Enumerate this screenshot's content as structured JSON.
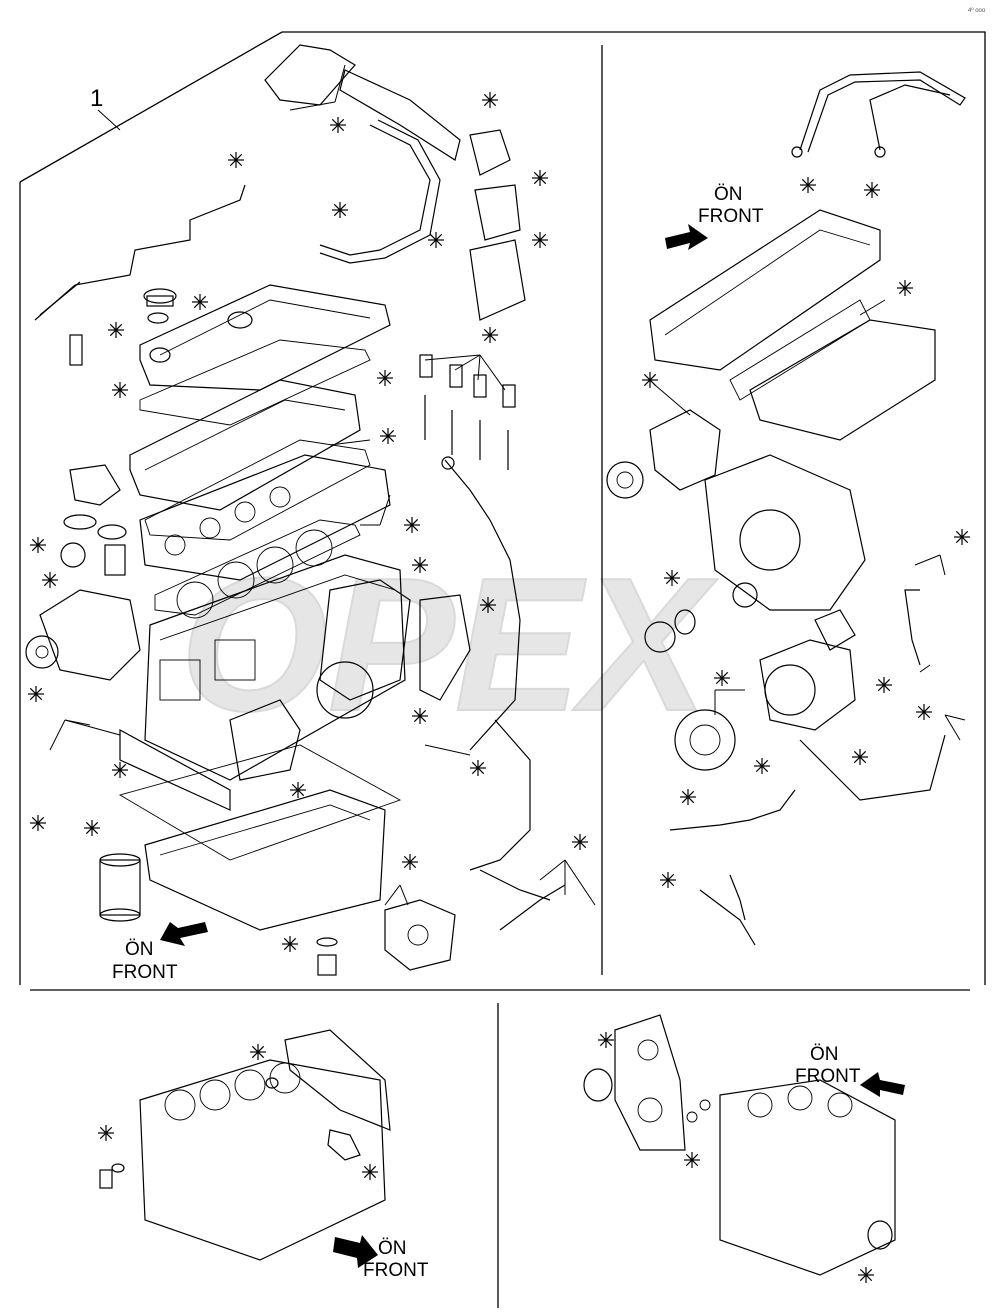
{
  "callout": {
    "main_assembly_number": "1"
  },
  "direction_labels": {
    "a": {
      "line1": "ÖN",
      "line2": "FRONT"
    },
    "b": {
      "line1": "ÖN",
      "line2": "FRONT"
    },
    "c": {
      "line1": "ÖN",
      "line2": "FRONT"
    },
    "d": {
      "line1": "ÖN",
      "line2": "FRONT"
    }
  },
  "watermark": {
    "text": "OPEX"
  },
  "corner_mark": {
    "text": "4º ooo"
  },
  "icons": {
    "asterisk_marker": "asterisk-icon",
    "direction_arrow": "arrow-icon"
  },
  "colors": {
    "line": "#000000",
    "background": "#ffffff",
    "watermark": "#e6e6e6"
  }
}
